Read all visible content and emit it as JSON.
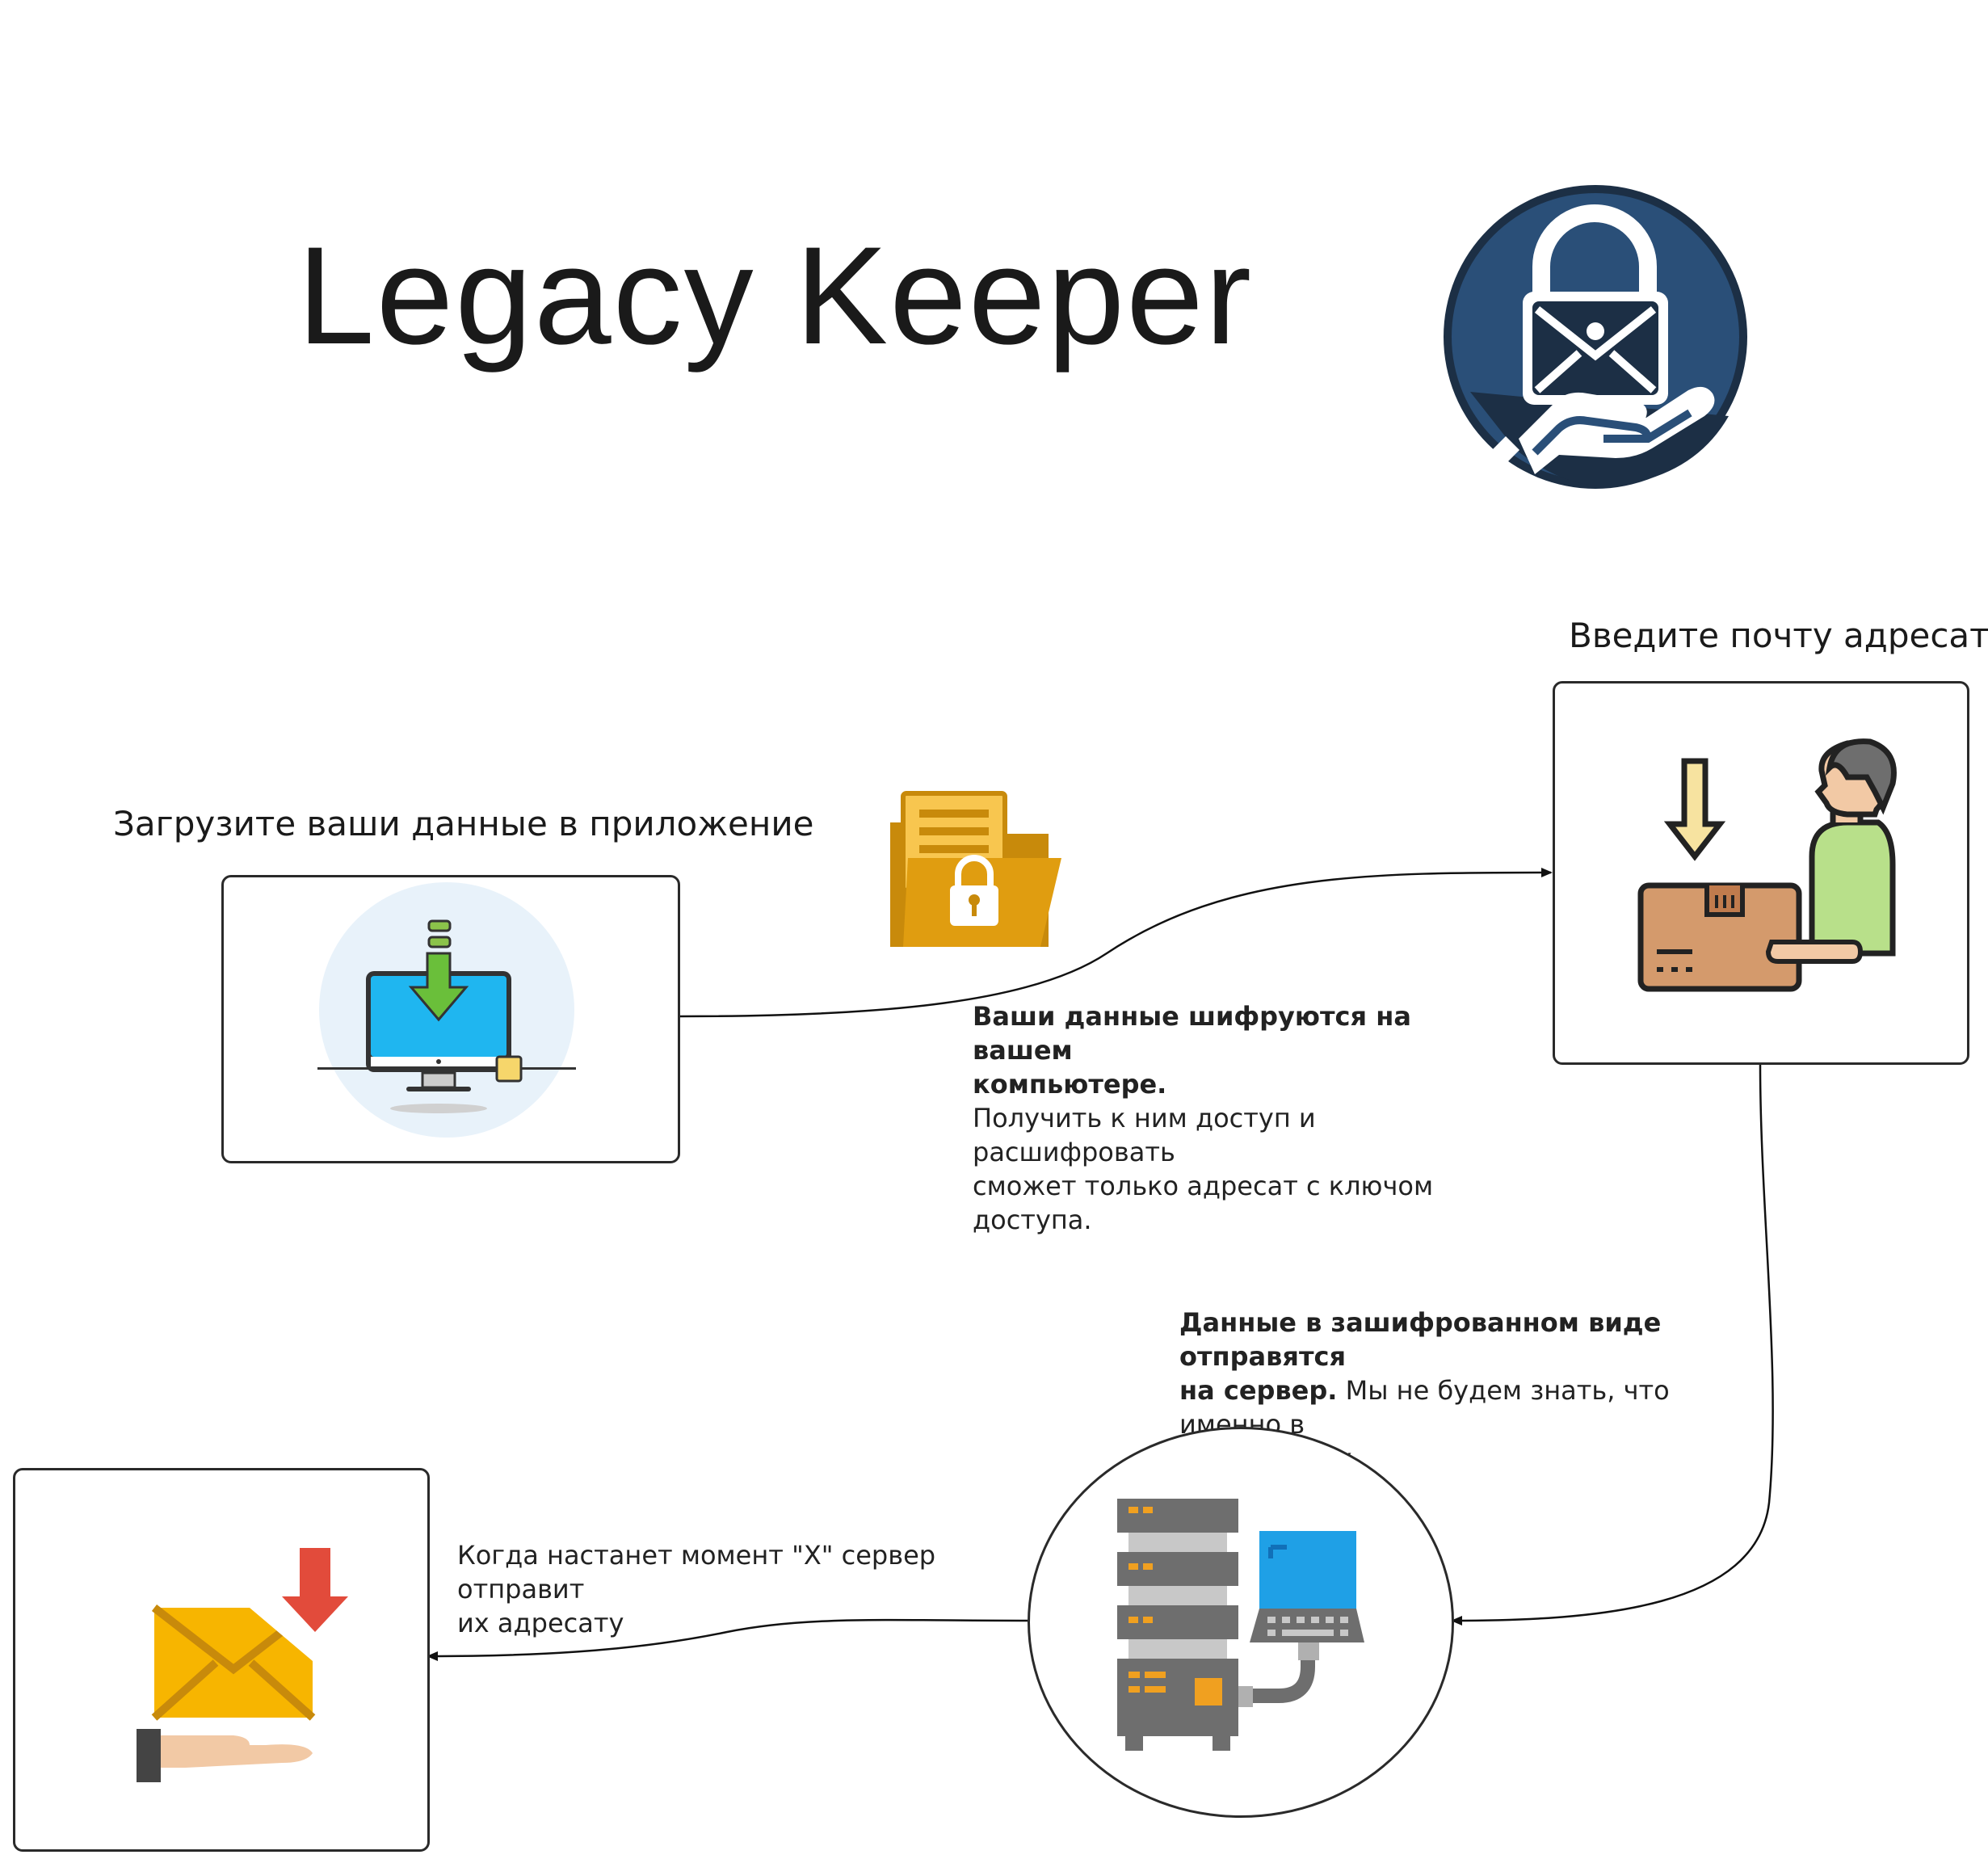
{
  "title": "Legacy Keeper",
  "logo": {
    "icon": "lock-envelope-hand-icon",
    "color": "#2a4f78"
  },
  "steps": {
    "upload": {
      "heading": "Загрузите ваши данные в приложение",
      "icon": "computer-download-icon"
    },
    "encrypt": {
      "icon": "locked-folder-icon",
      "text_bold_1": "Ваши данные шифруются на вашем",
      "text_bold_2": "компьютере.",
      "text_1": "Получить к ним доступ и расшифровать",
      "text_2": "сможет только адресат с ключом доступа."
    },
    "recipient": {
      "heading": "Введите почту адресата",
      "icon": "person-package-icon"
    },
    "server": {
      "icon": "server-computer-icon",
      "text_bold_1": "Данные в зашифрованном виде отправятся",
      "text_bold_2": "на сервер.",
      "text_2_rest": " Мы не будем знать, что именно в",
      "text_3": "этих данных."
    },
    "deliver": {
      "icon": "envelope-hand-icon",
      "text_1": "Когда настанет момент \"X\" сервер отправит",
      "text_2": "их адресату"
    }
  }
}
